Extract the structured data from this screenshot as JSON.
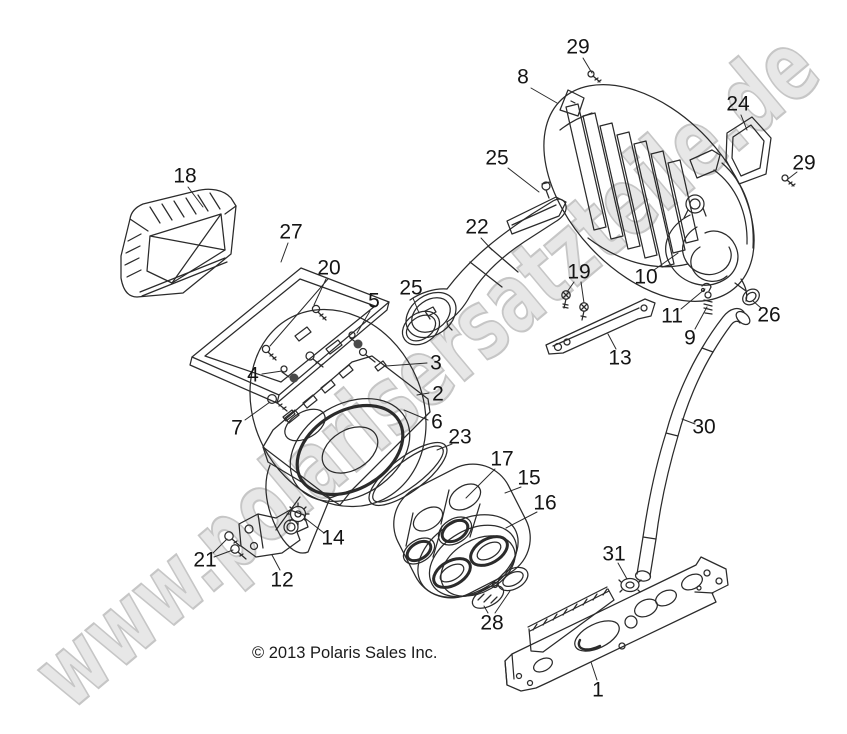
{
  "diagram": {
    "watermark": "www.polarisersatzteile.de",
    "copyright": "© 2013 Polaris Sales Inc.",
    "description_domain": "exploded-parts-diagram"
  },
  "colors": {
    "background": "#ffffff",
    "line": "#2b2b2b",
    "label": "#141414",
    "watermark_fill": "#e7e7e7",
    "watermark_outline": "#c6c6c6"
  },
  "callouts": [
    {
      "label": "29"
    },
    {
      "label": "8"
    },
    {
      "label": "24"
    },
    {
      "label": "29"
    },
    {
      "label": "25"
    },
    {
      "label": "18"
    },
    {
      "label": "27"
    },
    {
      "label": "22"
    },
    {
      "label": "20"
    },
    {
      "label": "25"
    },
    {
      "label": "5"
    },
    {
      "label": "19"
    },
    {
      "label": "10"
    },
    {
      "label": "3"
    },
    {
      "label": "2"
    },
    {
      "label": "11"
    },
    {
      "label": "26"
    },
    {
      "label": "9"
    },
    {
      "label": "13"
    },
    {
      "label": "4"
    },
    {
      "label": "6"
    },
    {
      "label": "7"
    },
    {
      "label": "23"
    },
    {
      "label": "30"
    },
    {
      "label": "17"
    },
    {
      "label": "15"
    },
    {
      "label": "16"
    },
    {
      "label": "14"
    },
    {
      "label": "21"
    },
    {
      "label": "12"
    },
    {
      "label": "31"
    },
    {
      "label": "28"
    },
    {
      "label": "1"
    }
  ]
}
